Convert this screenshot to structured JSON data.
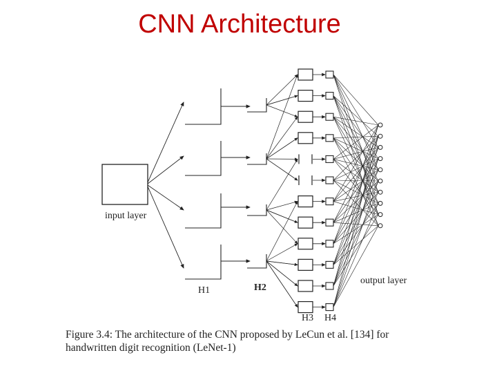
{
  "title": "CNN Architecture",
  "diagram": {
    "labels": {
      "input_layer": "input layer",
      "h1": "H1",
      "h2": "H2",
      "h3": "H3",
      "h4": "H4",
      "output_layer": "output layer",
      "ellipsis": ":"
    }
  },
  "caption": {
    "line1": "Figure 3.4: The architecture of the CNN proposed by LeCun et al. [134] for",
    "line2": "handwritten digit recognition (LeNet-1)"
  }
}
